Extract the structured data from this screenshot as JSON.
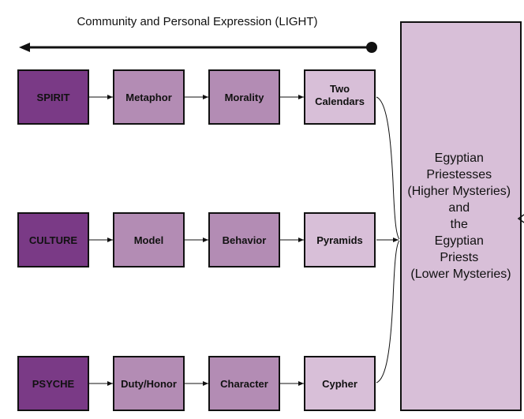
{
  "header": {
    "title": "Community and Personal Expression (LIGHT)"
  },
  "colors": {
    "dark": "#7a3a86",
    "medium": "#b38cb4",
    "light": "#d8bfd8",
    "border": "#111111"
  },
  "rows": [
    {
      "nodes": [
        "SPIRIT",
        "Metaphor",
        "Morality",
        "Two Calendars"
      ]
    },
    {
      "nodes": [
        "CULTURE",
        "Model",
        "Behavior",
        "Pyramids"
      ]
    },
    {
      "nodes": [
        "PSYCHE",
        "Duty/Honor",
        "Character",
        "Cypher"
      ]
    }
  ],
  "big_box": {
    "lines": [
      "Egyptian",
      "Priestesses",
      "(Higher Mysteries)",
      "and",
      "the",
      "Egyptian",
      "Priests",
      "(Lower Mysteries)"
    ]
  }
}
